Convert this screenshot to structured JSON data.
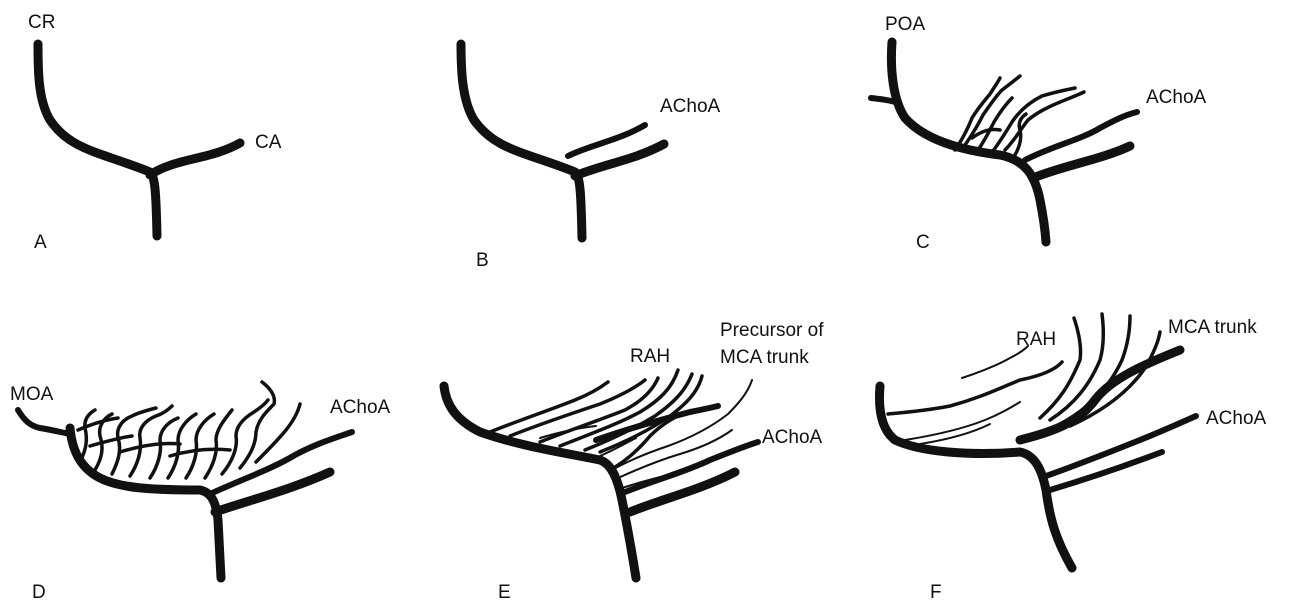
{
  "panels": [
    {
      "id": "A",
      "letter": "A",
      "labels": {
        "cr": "CR",
        "ca": "CA"
      }
    },
    {
      "id": "B",
      "letter": "B",
      "labels": {
        "achoa": "AChoA"
      }
    },
    {
      "id": "C",
      "letter": "C",
      "labels": {
        "poa": "POA",
        "achoa": "AChoA"
      }
    },
    {
      "id": "D",
      "letter": "D",
      "labels": {
        "moa": "MOA",
        "achoa": "AChoA"
      }
    },
    {
      "id": "E",
      "letter": "E",
      "labels": {
        "rah": "RAH",
        "precursor_line1": "Precursor of",
        "precursor_line2": "MCA trunk",
        "achoa": "AChoA"
      }
    },
    {
      "id": "F",
      "letter": "F",
      "labels": {
        "rah": "RAH",
        "mca_trunk": "MCA trunk",
        "achoa": "AChoA"
      }
    }
  ]
}
